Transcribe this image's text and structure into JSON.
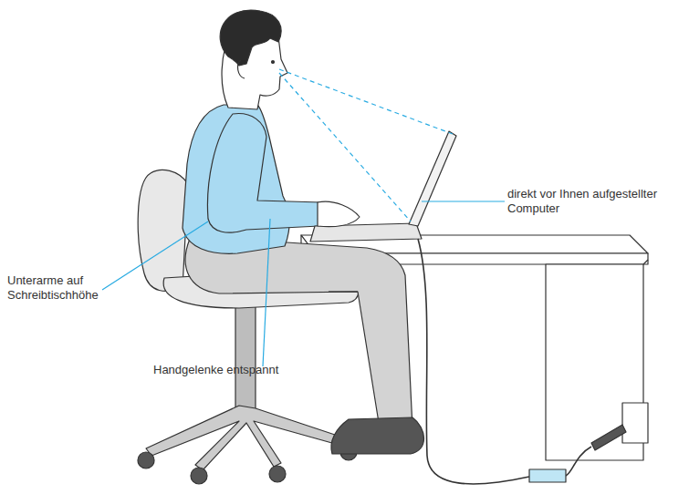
{
  "diagram": {
    "labels": [
      "direkt vor Ihnen aufgestellter Computer",
      "Unterarme auf Schreibtischhöhe",
      "Handgelenke entspannt"
    ]
  }
}
